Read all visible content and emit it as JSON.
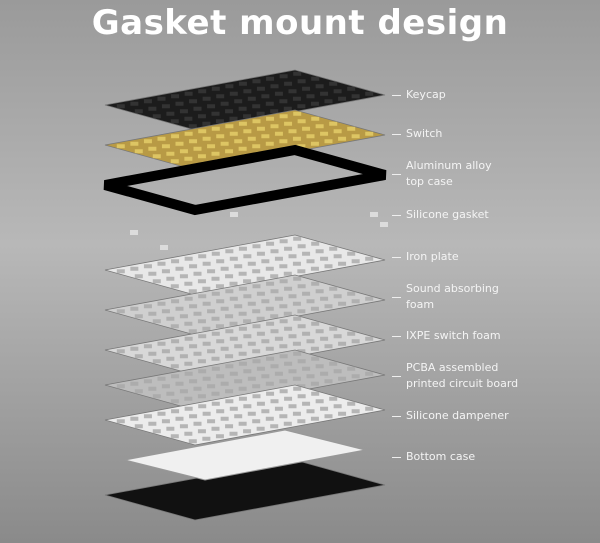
{
  "title": "Gasket mount design",
  "layers": [
    {
      "label": "Keycap",
      "color": "#1c1c1c"
    },
    {
      "label": "Switch",
      "color": "#b89a45"
    },
    {
      "label": "Aluminum alloy\ntop case",
      "color": "#1a1a1a"
    },
    {
      "label": "Silicone gasket",
      "color": "#dcdcdc"
    },
    {
      "label": "Iron plate",
      "color": "#e8e8e8"
    },
    {
      "label": "Sound absorbing\nfoam",
      "color": "#cfcfcf"
    },
    {
      "label": "IXPE switch foam",
      "color": "#d8d8d8"
    },
    {
      "label": "PCBA assembled\nprinted circuit board",
      "color": "#bdbdbd"
    },
    {
      "label": "Silicone dampener",
      "color": "#ececec"
    },
    {
      "label": "Bottom case",
      "color": "#111111"
    }
  ]
}
